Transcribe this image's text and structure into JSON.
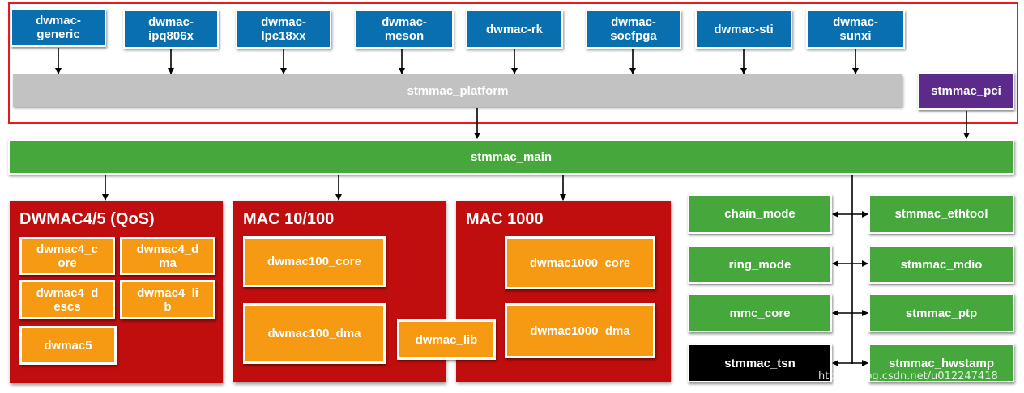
{
  "platform_glue": [
    {
      "id": "generic",
      "label": "dwmac-\ngeneric"
    },
    {
      "id": "ipq806x",
      "label": "dwmac-\nipq806x"
    },
    {
      "id": "lpc18xx",
      "label": "dwmac-\nlpc18xx"
    },
    {
      "id": "meson",
      "label": "dwmac-\nmeson"
    },
    {
      "id": "rk",
      "label": "dwmac-rk"
    },
    {
      "id": "socfpga",
      "label": "dwmac-\nsocfpga"
    },
    {
      "id": "sti",
      "label": "dwmac-sti"
    },
    {
      "id": "sunxi",
      "label": "dwmac-\nsunxi"
    }
  ],
  "stmmac_platform": "stmmac_platform",
  "stmmac_pci": "stmmac_pci",
  "stmmac_main": "stmmac_main",
  "dwmac4_panel": {
    "title": "DWMAC4/5 (QoS)",
    "dwmac4_core": "dwmac4_c\nore",
    "dwmac4_dma": "dwmac4_d\nma",
    "dwmac4_descs": "dwmac4_d\nescs",
    "dwmac4_lib": "dwmac4_li\nb",
    "dwmac5": "dwmac5"
  },
  "mac100_panel": {
    "title": "MAC 10/100",
    "core": "dwmac100_core",
    "dma": "dwmac100_dma"
  },
  "dwmac_lib": "dwmac_lib",
  "mac1000_panel": {
    "title": "MAC 1000",
    "core": "dwmac1000_core",
    "dma": "dwmac1000_dma"
  },
  "helpers_left": {
    "chain_mode": "chain_mode",
    "ring_mode": "ring_mode",
    "mmc_core": "mmc_core",
    "stmmac_tsn": "stmmac_tsn"
  },
  "helpers_right": {
    "ethtool": "stmmac_ethtool",
    "mdio": "stmmac_mdio",
    "ptp": "stmmac_ptp",
    "hwstamp": "stmmac_hwstamp"
  },
  "colors": {
    "glue_blue": "#0a6fae",
    "platform_grey": "#c2c2c2",
    "pci_purple": "#5b2a8a",
    "main_green": "#46a83c",
    "panel_red": "#c00d0d",
    "module_orange": "#f59a12",
    "tsn_black": "#000000",
    "outline_red": "#e8191e"
  },
  "watermark": "https://blog.csdn.net/u012247418"
}
